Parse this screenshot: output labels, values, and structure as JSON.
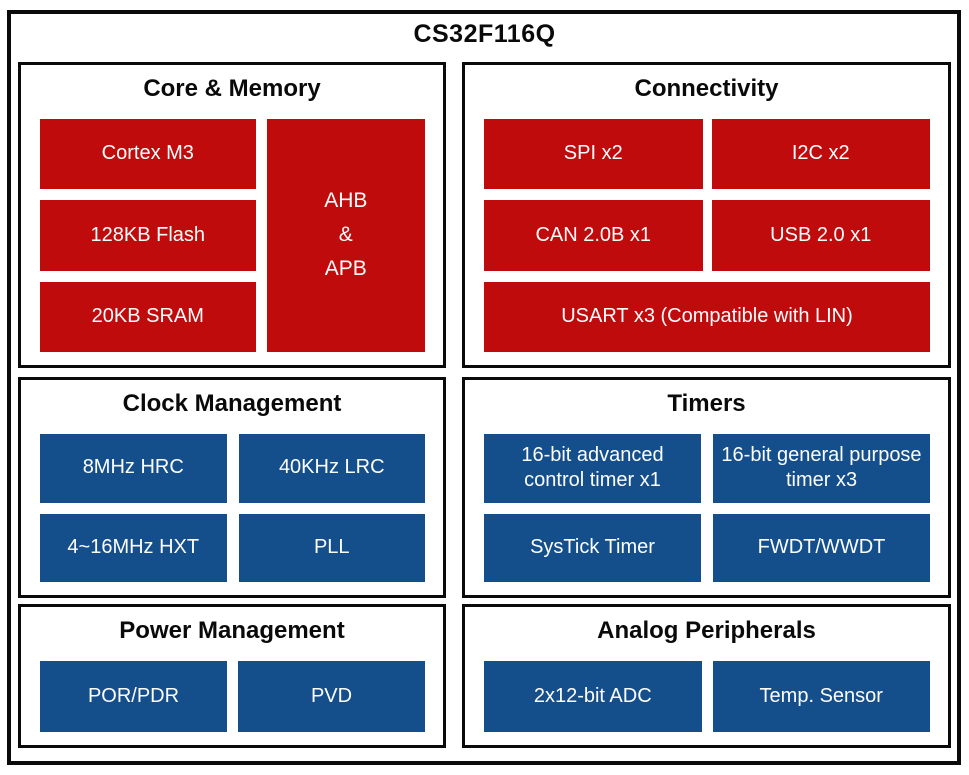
{
  "title": "CS32F116Q",
  "colors": {
    "red": "#C00B0C",
    "blue": "#144F8C",
    "ink": "#0A0A0A",
    "block_text": "#FDFDFD",
    "background": "#FFFFFF"
  },
  "sections": {
    "core_memory": {
      "title": "Core & Memory",
      "cortex": "Cortex M3",
      "flash": "128KB Flash",
      "sram": "20KB SRAM",
      "bus_line1": "AHB",
      "bus_line2": "&",
      "bus_line3": "APB"
    },
    "connectivity": {
      "title": "Connectivity",
      "spi": "SPI x2",
      "i2c": "I2C x2",
      "can": "CAN 2.0B x1",
      "usb": "USB 2.0 x1",
      "usart": "USART x3 (Compatible with LIN)"
    },
    "clock_management": {
      "title": "Clock Management",
      "hrc": "8MHz HRC",
      "lrc": "40KHz LRC",
      "hxt": "4~16MHz HXT",
      "pll": "PLL"
    },
    "timers": {
      "title": "Timers",
      "advanced": "16-bit advanced control timer x1",
      "general": "16-bit general purpose timer x3",
      "systick": "SysTick Timer",
      "watchdog": "FWDT/WWDT"
    },
    "power_management": {
      "title": "Power Management",
      "por": "POR/PDR",
      "pvd": "PVD"
    },
    "analog_peripherals": {
      "title": "Analog Peripherals",
      "adc": "2x12-bit ADC",
      "temp": "Temp. Sensor"
    }
  }
}
